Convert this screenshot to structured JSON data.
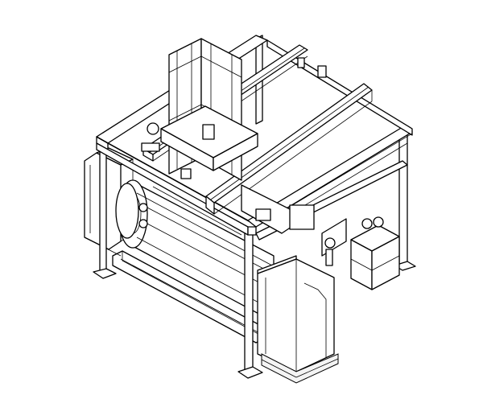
{
  "drawing": {
    "line_color": "#000000",
    "background_color": "#ffffff",
    "parts": [
      "gantry-frame",
      "gantry-rail-upper",
      "gantry-rail-lower",
      "vertical-lift-column",
      "carriage",
      "cylinder-drum",
      "left-drive-housing",
      "right-drive-housing",
      "base-rail",
      "tool-cart",
      "tool-rack"
    ]
  }
}
